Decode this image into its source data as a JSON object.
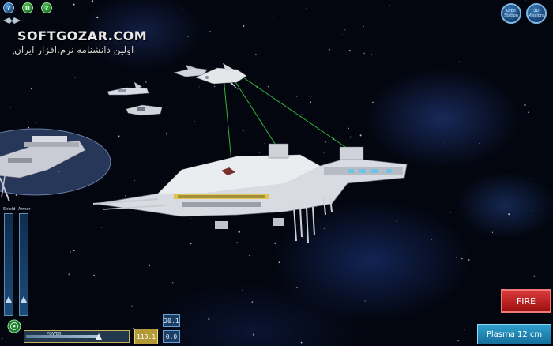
{
  "watermark": {
    "title": "SOFTGOZAR.COM",
    "subtitle": "اولین دانشنامه نرم.افزار ایران"
  },
  "top_left_buttons": [
    {
      "icon": "help-icon",
      "glyph": "?"
    },
    {
      "icon": "pause-icon",
      "glyph": "II"
    },
    {
      "icon": "question-icon",
      "glyph": "?"
    }
  ],
  "top_right_buttons": [
    {
      "icon": "scan-icon",
      "label": "Orbit Station"
    },
    {
      "icon": "missions-icon",
      "label": "3D Missions"
    }
  ],
  "gauges": {
    "left_label": "Shield",
    "right_label": "Armor",
    "left_level": 0.88,
    "right_level": 0.88
  },
  "readouts": {
    "top": "20.1",
    "bottom": "0.0",
    "speed": "119.1"
  },
  "throttle": {
    "level": 0.72,
    "label": "POWER"
  },
  "weapon": {
    "fire_label": "FIRE",
    "weapon_label": "Plasma 12 cm"
  },
  "colors": {
    "laser": "#3fd43f",
    "fire": "#c51f1f",
    "weapon": "#2088b5",
    "hud": "#1b4f86"
  }
}
